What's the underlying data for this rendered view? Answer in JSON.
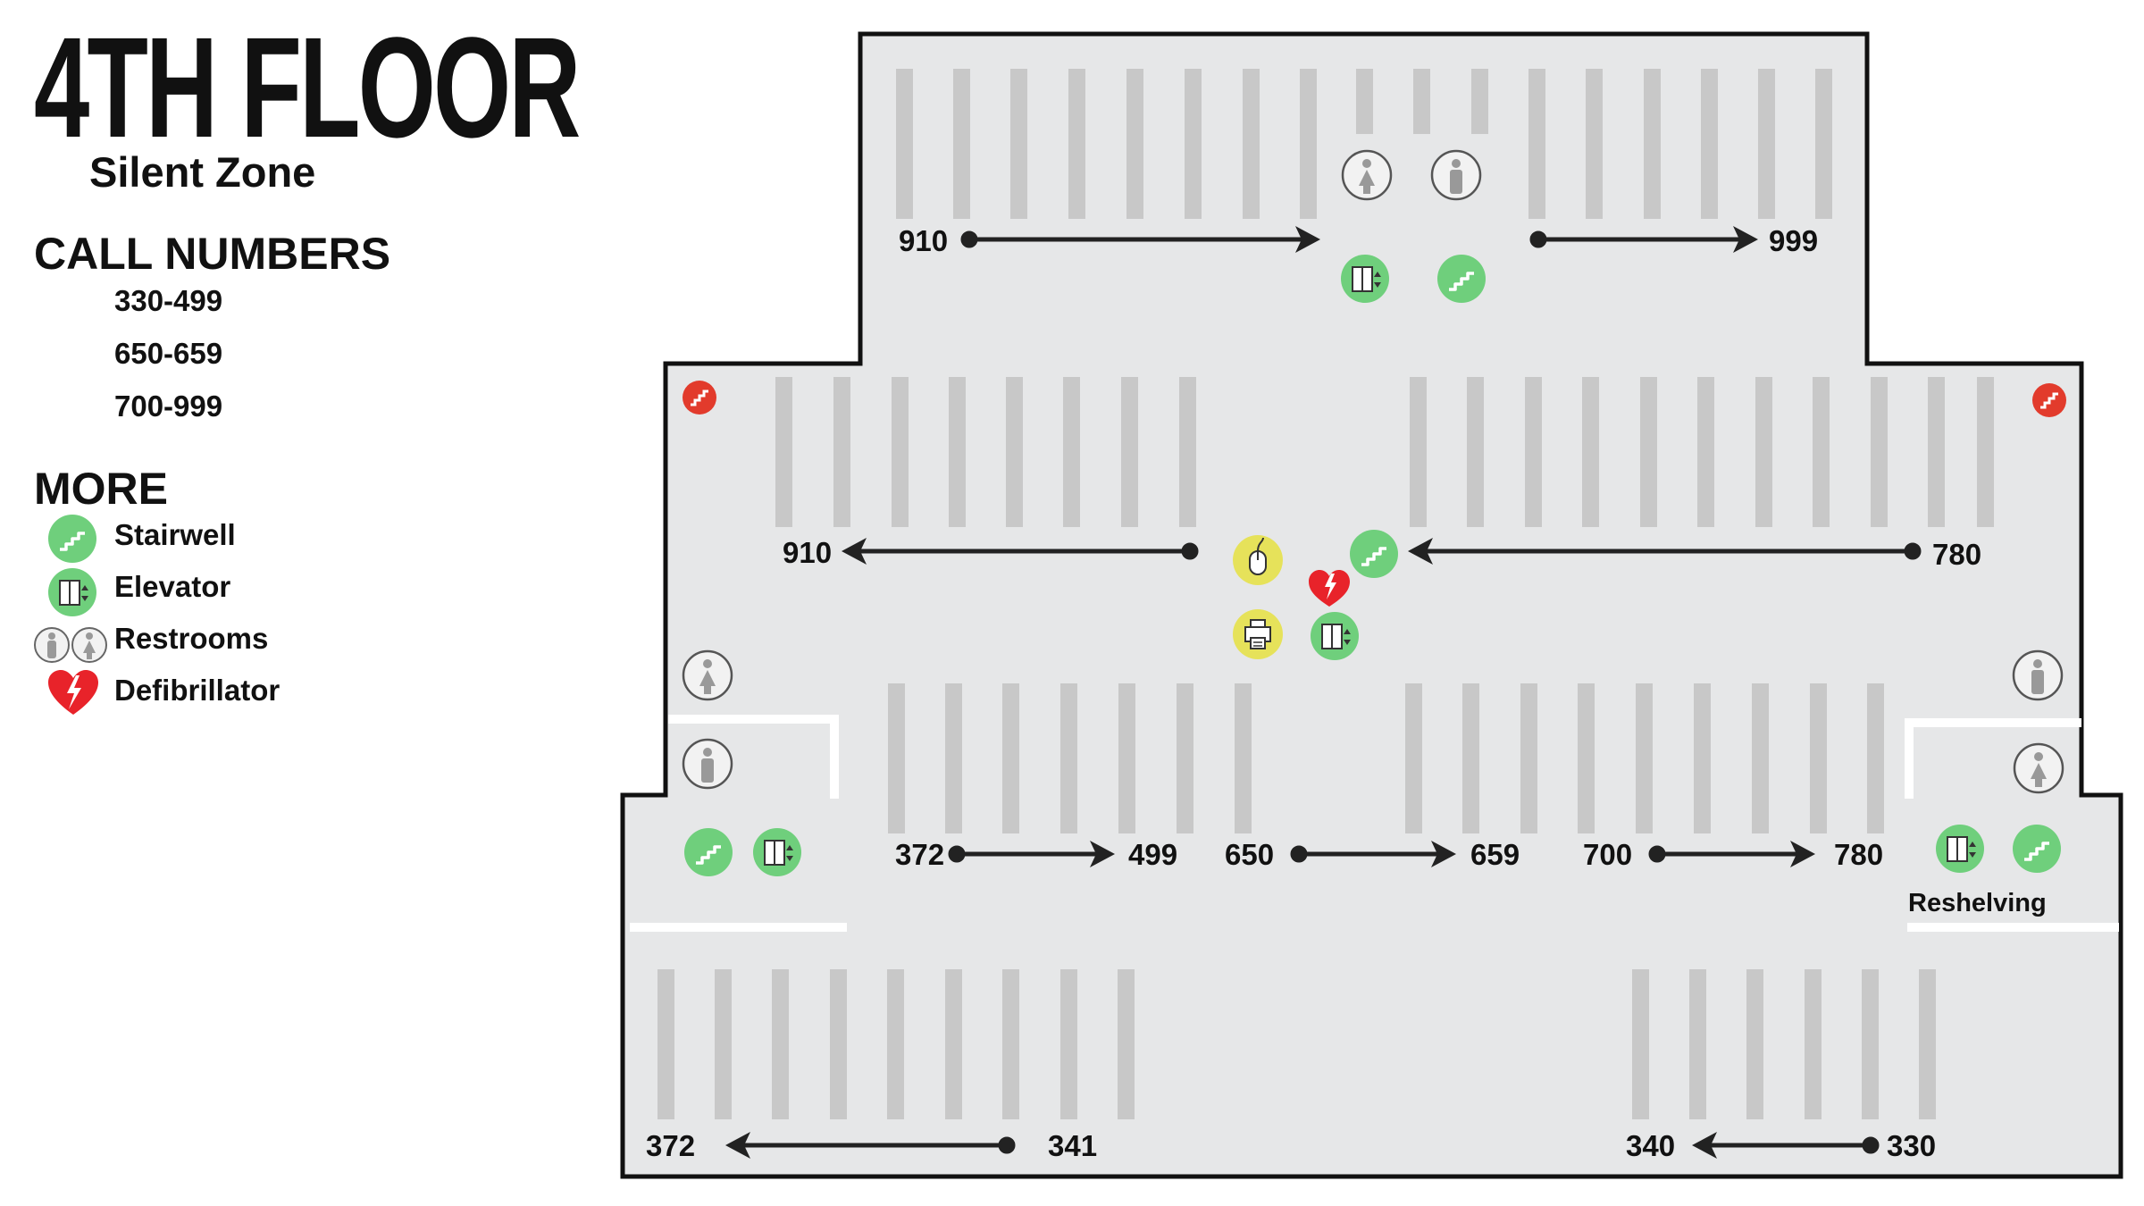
{
  "title": "4TH FLOOR",
  "subtitle": "Silent Zone",
  "call_numbers": {
    "heading": "CALL NUMBERS",
    "ranges": [
      "330-499",
      "650-659",
      "700-999"
    ]
  },
  "more": {
    "heading": "MORE",
    "items": [
      {
        "label": "Stairwell",
        "icon": "stairwell-icon"
      },
      {
        "label": "Elevator",
        "icon": "elevator-icon"
      },
      {
        "label": "Restrooms",
        "icon": "restroom-icon"
      },
      {
        "label": "Defibrillator",
        "icon": "defibrillator-icon"
      }
    ]
  },
  "map": {
    "area_label": "Reshelving",
    "aisle_labels": {
      "top_left_start": "910",
      "top_right_end": "999",
      "mid_left_end": "910",
      "mid_right_start": "780",
      "row3_a_start": "372",
      "row3_a_end": "499",
      "row3_b_start": "650",
      "row3_b_end": "659",
      "row3_c_start": "700",
      "row3_c_end": "780",
      "bottom_left_end": "372",
      "bottom_left_start": "341",
      "bottom_right_end": "340",
      "bottom_right_start": "330"
    }
  },
  "colors": {
    "floor": "#e6e7e8",
    "shelf": "#c8c8c8",
    "wall": "#111111",
    "green": "#6fcf7c",
    "yellow": "#e6e25a",
    "red": "#e23b2c",
    "defib_red": "#e8232a"
  }
}
